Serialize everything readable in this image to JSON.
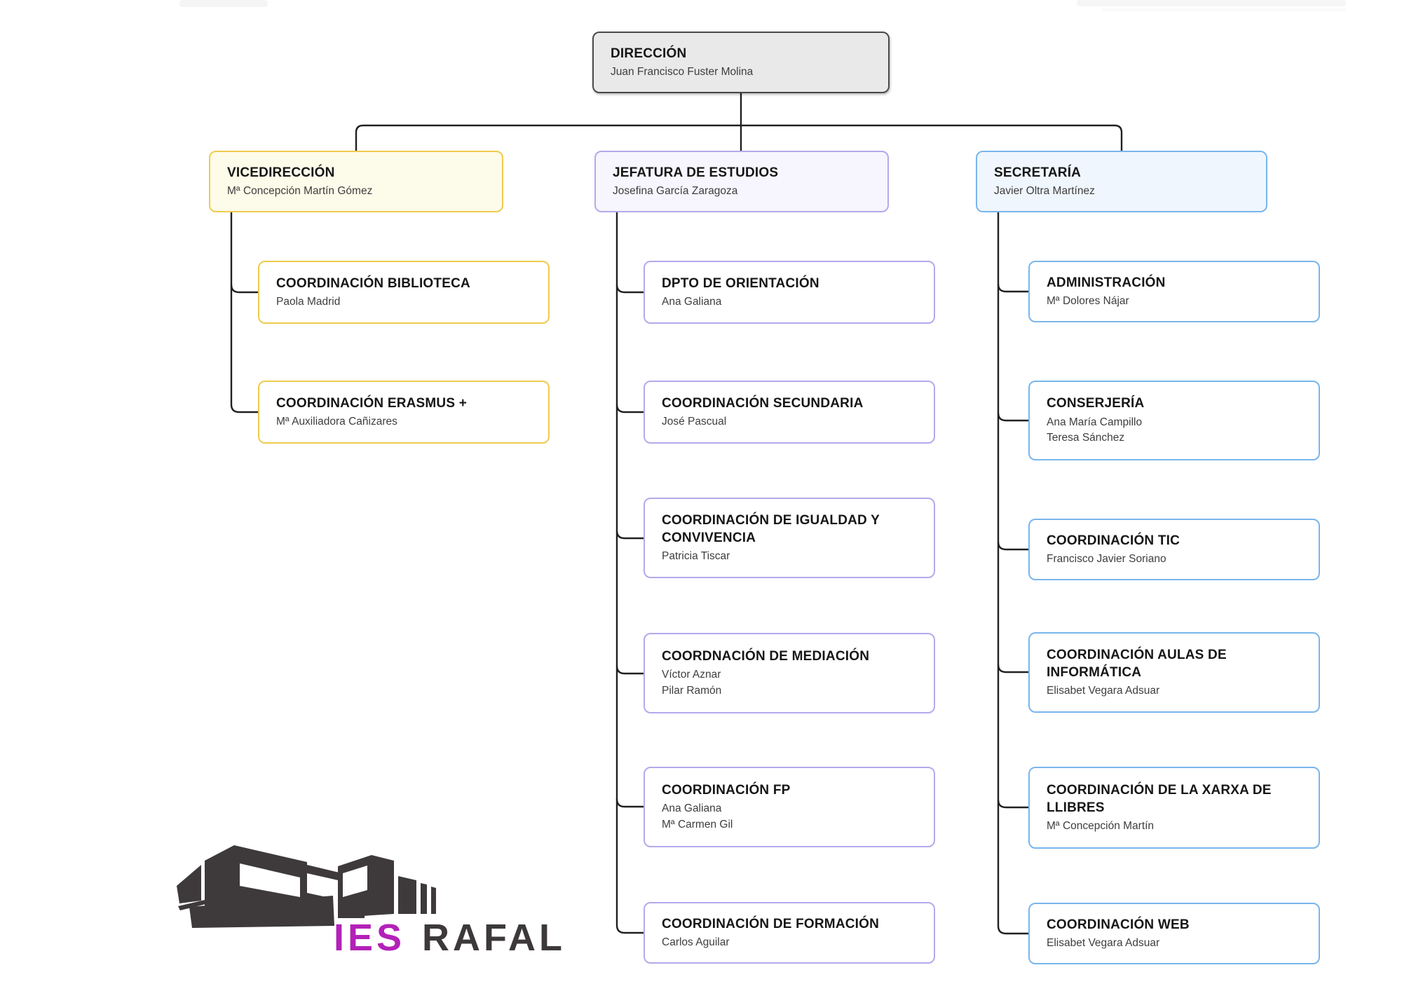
{
  "org_chart": {
    "root": {
      "title": "DIRECCIÓN",
      "members": [
        "Juan Francisco Fuster Molina"
      ]
    },
    "branches": [
      {
        "title": "VICEDIRECCIÓN",
        "members": [
          "Mª Concepción Martín Gómez"
        ],
        "theme_color": "#eecb4e",
        "children": [
          {
            "title": "COORDINACIÓN BIBLIOTECA",
            "members": [
              "Paola Madrid"
            ]
          },
          {
            "title": "COORDINACIÓN ERASMUS +",
            "members": [
              "Mª Auxiliadora Cañizares"
            ]
          }
        ]
      },
      {
        "title": "JEFATURA DE ESTUDIOS",
        "members": [
          "Josefina García Zaragoza"
        ],
        "theme_color": "#b6a8ec",
        "children": [
          {
            "title": "DPTO DE ORIENTACIÓN",
            "members": [
              "Ana Galiana"
            ]
          },
          {
            "title": "COORDINACIÓN SECUNDARIA",
            "members": [
              "José Pascual"
            ]
          },
          {
            "title": "COORDINACIÓN DE IGUALDAD Y CONVIVENCIA",
            "members": [
              "Patricia Tiscar"
            ]
          },
          {
            "title": "COORDNACIÓN DE MEDIACIÓN",
            "members": [
              "Víctor Aznar",
              "Pilar Ramón"
            ]
          },
          {
            "title": "COORDINACIÓN FP",
            "members": [
              "Ana Galiana",
              "Mª Carmen Gil"
            ]
          },
          {
            "title": "COORDINACIÓN DE FORMACIÓN",
            "members": [
              "Carlos Aguilar"
            ]
          }
        ]
      },
      {
        "title": "SECRETARÍA",
        "members": [
          "Javier Oltra Martínez"
        ],
        "theme_color": "#79b6ec",
        "children": [
          {
            "title": "ADMINISTRACIÓN",
            "members": [
              "Mª Dolores Nájar"
            ]
          },
          {
            "title": "CONSERJERÍA",
            "members": [
              "Ana María Campillo",
              "Teresa Sánchez"
            ]
          },
          {
            "title": "COORDINACIÓN TIC",
            "members": [
              "Francisco Javier Soriano"
            ]
          },
          {
            "title": "COORDINACIÓN AULAS DE INFORMÁTICA",
            "members": [
              "Elisabet Vegara Adsuar"
            ]
          },
          {
            "title": "COORDINACIÓN DE LA XARXA DE LLIBRES",
            "members": [
              "Mª Concepción Martín"
            ]
          },
          {
            "title": "COORDINACIÓN WEB",
            "members": [
              "Elisabet Vegara Adsuar"
            ]
          }
        ]
      }
    ]
  },
  "logo": {
    "text_primary": "IES",
    "text_secondary": "RAFAL",
    "color_primary": "#b321b8",
    "color_secondary": "#3d393a",
    "building_color": "#3e3a3b"
  },
  "colors": {
    "root_bg": "#e9e9e9",
    "root_border": "#4a4a4a",
    "connector": "#202020",
    "yellow_bg": "#fdfbe9",
    "purple_bg": "#f7f5fd",
    "blue_bg": "#eff6fd",
    "canvas_bg": "#ffffff"
  }
}
